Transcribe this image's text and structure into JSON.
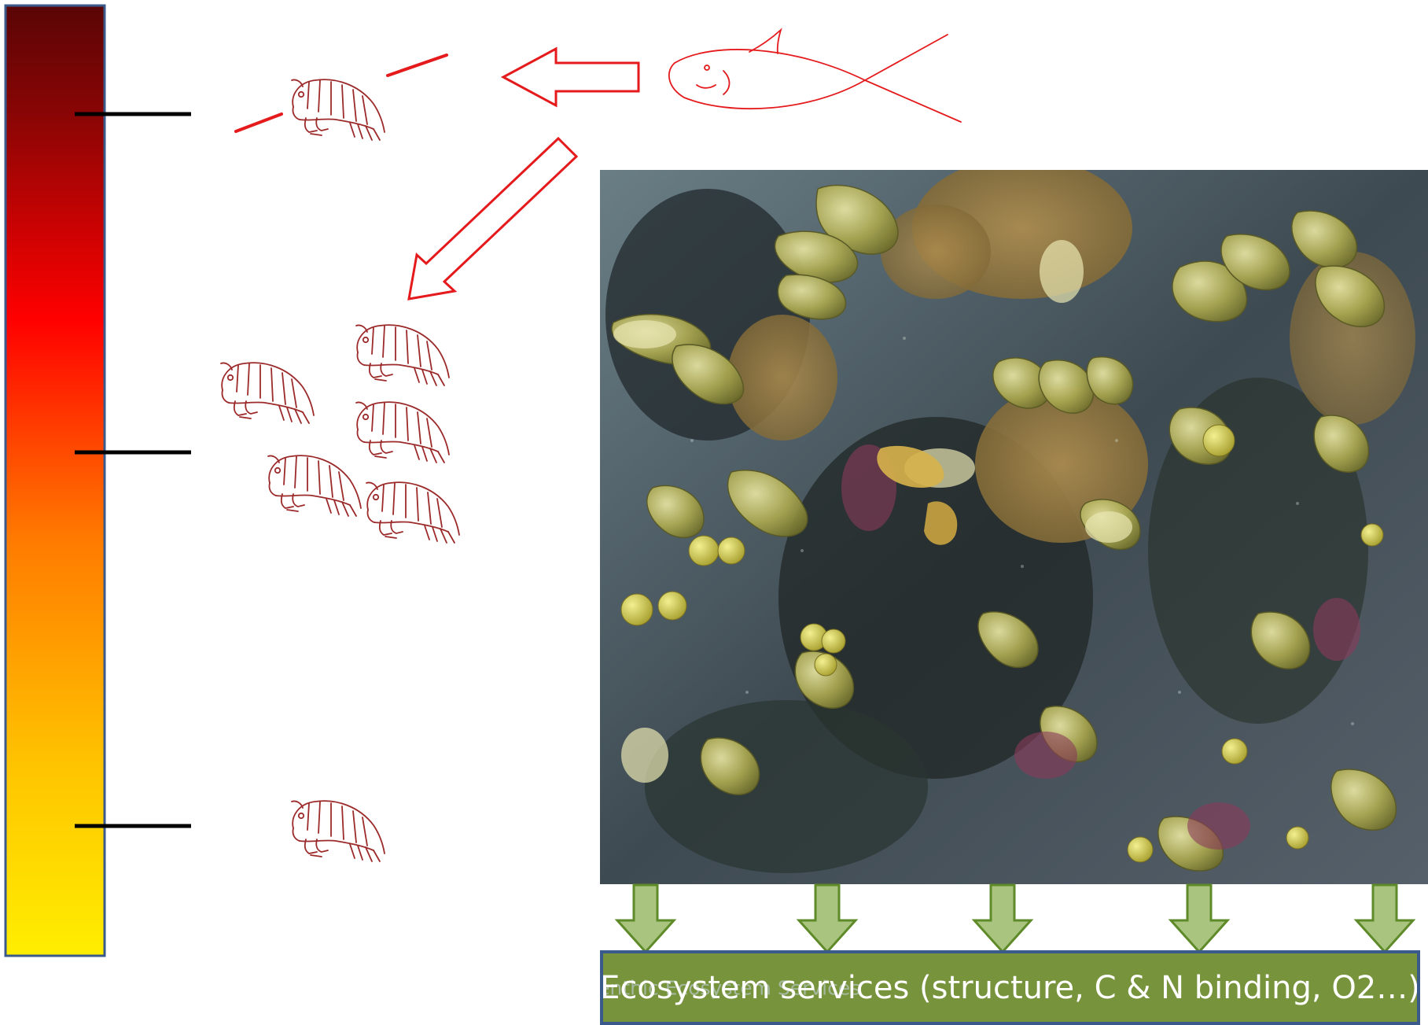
{
  "gradient_bar": {
    "colors": [
      "#5a0505",
      "#8c0505",
      "#ff0000",
      "#ff7a00",
      "#ffc400",
      "#ffee00"
    ],
    "border_color": "#3a5a8c",
    "tick_color": "#000000",
    "tick_count": 3
  },
  "icons": {
    "fish": "fish-outline-icon",
    "amphipod": "amphipod-outline-icon",
    "arrow": "hollow-arrow-icon",
    "seaweed": "seaweed-photo"
  },
  "colors": {
    "predator_lines": "#e41a1c",
    "amphipod": "#9c2a2a",
    "arrows_red": "#e41a1c",
    "green_arrows": "#a9c47f",
    "green_arrow_border": "#5f8a2a",
    "services_fill": "#77933c",
    "services_border": "#3a5a8c"
  },
  "grazer_counts": {
    "top": 1,
    "middle": 5,
    "bottom": 1
  },
  "services_box": {
    "label": "Ecosystem services (structure, C & N binding, O2…)",
    "watermark": "Benthic Ecosystem Services"
  },
  "green_arrow_count": 5
}
